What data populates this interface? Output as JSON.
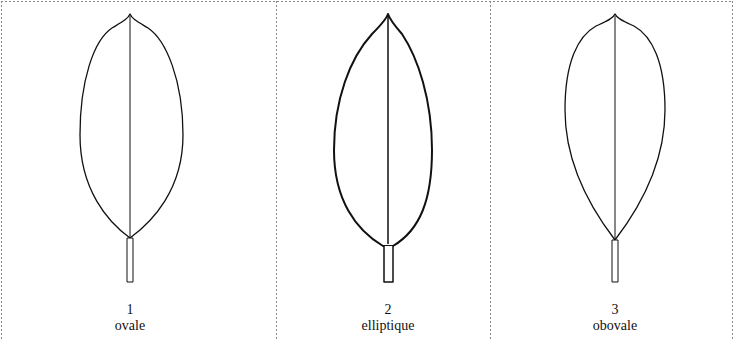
{
  "diagram": {
    "labels": [
      "1",
      "ovale",
      "2",
      "elliptique",
      "3",
      "obovale"
    ]
  }
}
